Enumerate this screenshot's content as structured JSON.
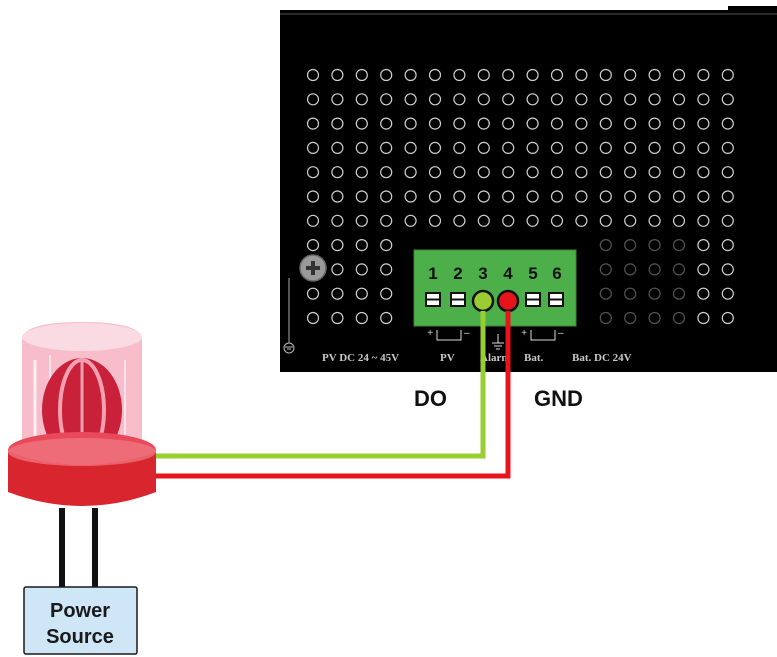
{
  "terminal_block": {
    "pins": [
      "1",
      "2",
      "3",
      "4",
      "5",
      "6"
    ]
  },
  "panel_labels": {
    "pv_dc": "PV DC 24 ~ 45V",
    "pv": "PV",
    "alarm": "Alarm",
    "bat": "Bat.",
    "bat_dc": "Bat. DC 24V",
    "plus": "+",
    "minus": "–"
  },
  "signal_labels": {
    "do": "DO",
    "gnd": "GND"
  },
  "power_source": {
    "line1": "Power",
    "line2": "Source"
  },
  "colors": {
    "panel": "#000000",
    "terminal_block": "#4caf4a",
    "do_wire": "#9acd32",
    "gnd_wire": "#e8141c",
    "beacon": "#d9252e",
    "power_box": "#cfe6f7"
  }
}
